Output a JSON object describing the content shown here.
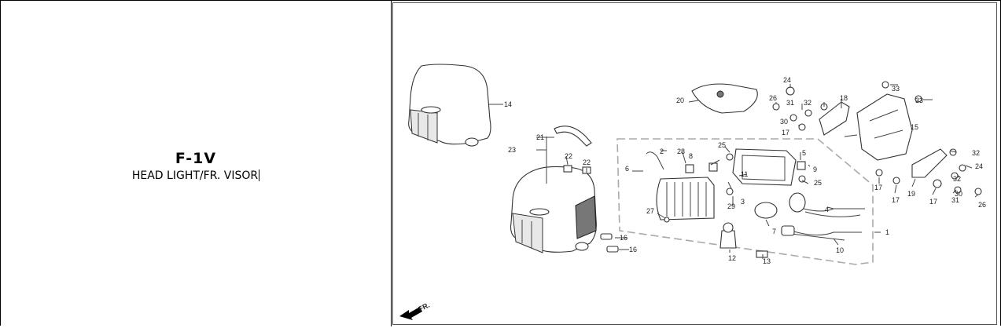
{
  "header": {
    "code": "F-1V",
    "name": "HEAD LIGHT/FR. VISOR"
  },
  "diagram": {
    "direction_label": "FR.",
    "callouts": [
      "14",
      "21",
      "23",
      "22",
      "22",
      "16",
      "16",
      "20",
      "24",
      "26",
      "31",
      "32",
      "18",
      "33",
      "33",
      "30",
      "17",
      "15",
      "25",
      "2",
      "28",
      "8",
      "6",
      "5",
      "9",
      "11",
      "3",
      "25",
      "27",
      "29",
      "4",
      "1",
      "10",
      "7",
      "12",
      "13",
      "17",
      "17",
      "19",
      "17",
      "30",
      "31",
      "26",
      "32",
      "24",
      "32"
    ]
  }
}
